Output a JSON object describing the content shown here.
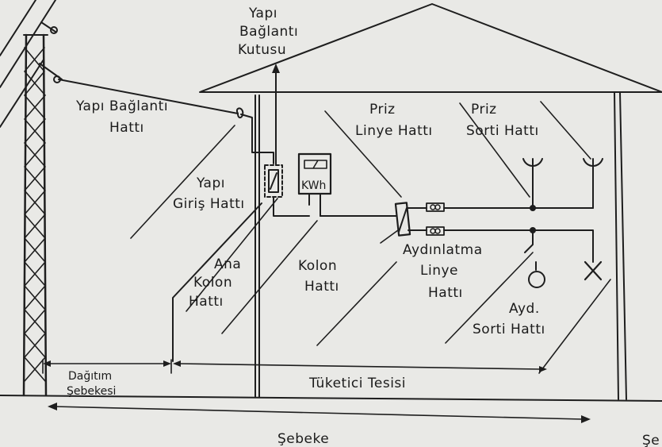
{
  "labels": {
    "service_box_1": "Yapı",
    "service_box_2": "Bağlantı",
    "service_box_3": "Kutusu",
    "service_line_1": "Yapı Bağlantı",
    "service_line_2": "Hattı",
    "entry_line_1": "Yapı",
    "entry_line_2": "Giriş Hattı",
    "main_column_1": "Ana",
    "main_column_2": "Kolon",
    "main_column_3": "Hattı",
    "column_1": "Kolon",
    "column_2": "Hattı",
    "socket_line_1": "Priz",
    "socket_line_2": "Linye Hattı",
    "socket_outlet_1": "Priz",
    "socket_outlet_2": "Sorti Hattı",
    "lighting_line_1": "Aydınlatma",
    "lighting_line_2": "Linye",
    "lighting_line_3": "Hattı",
    "lighting_outlet_1": "Ayd.",
    "lighting_outlet_2": "Sorti Hattı",
    "distribution_1": "Dağıtım",
    "distribution_2": "Şebekesi",
    "consumer": "Tüketici Tesisi",
    "network": "Şebeke",
    "meter": "KWh",
    "cut_off": "Şe"
  },
  "colors": {
    "ink": "#1e1e1e",
    "paper": "#e9e9e6"
  }
}
